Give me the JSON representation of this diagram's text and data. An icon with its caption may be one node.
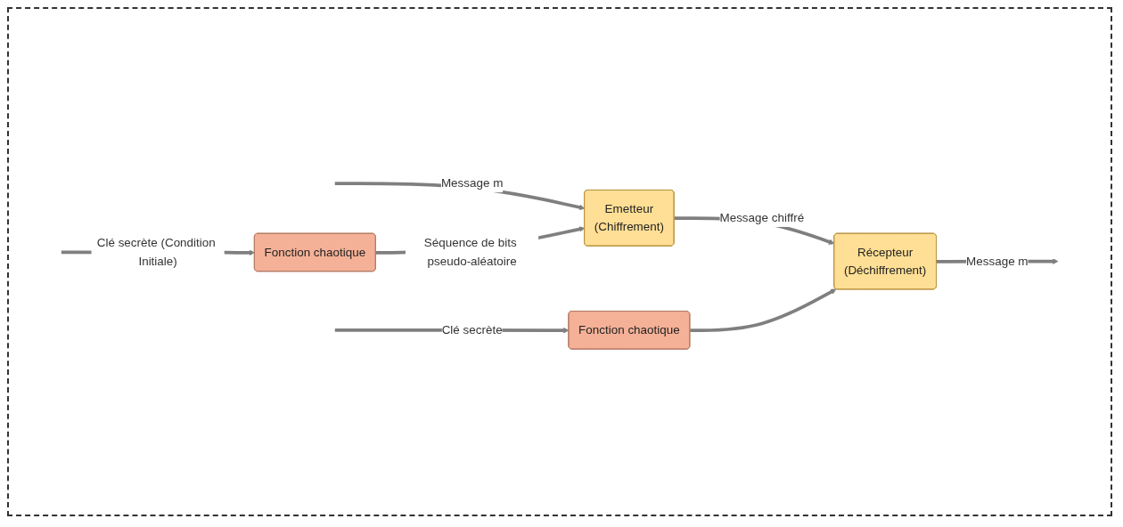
{
  "diagram": {
    "nodes": [
      {
        "text": [
          "Emetteur",
          "(Chiffrement)"
        ]
      },
      {
        "text": [
          "Récepteur",
          "(Déchiffrement)"
        ]
      },
      {
        "text": [
          "Fonction chaotique"
        ]
      },
      {
        "text": [
          "Fonction chaotique"
        ]
      }
    ],
    "edges": [
      {
        "from": null,
        "to": 0,
        "arrow": "to",
        "label": "Message m"
      },
      {
        "from": 0,
        "to": 1,
        "arrow": "to",
        "label": "Message chiffré"
      },
      {
        "from": 1,
        "to": null,
        "arrow": "to",
        "label": "Message m"
      },
      {
        "from": 2,
        "to": 0,
        "arrow": "to",
        "label": "Séquence de bits pseudo-aléatoire"
      },
      {
        "from": 3,
        "to": 1,
        "arrow": "to"
      },
      {
        "from": null,
        "to": 2,
        "arrow": "to",
        "label": "Clé secrète (Condition Initiale)"
      },
      {
        "from": null,
        "to": 3,
        "arrow": "to",
        "label": "Clé secrète"
      }
    ]
  }
}
